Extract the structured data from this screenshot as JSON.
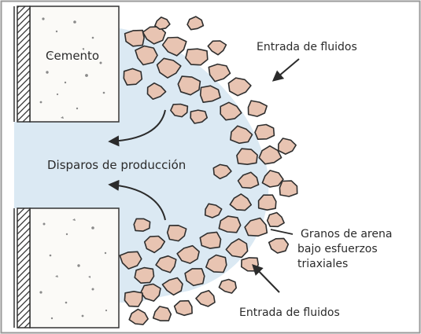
{
  "labels": {
    "cement": "Cemento",
    "fluid_inlet_top": "Entrada de fluidos",
    "production_perforations": "Disparos de producción",
    "sand_grains_line1": "Granos de arena",
    "sand_grains_line2": "bajo esfuerzos",
    "sand_grains_line3": "triaxiales",
    "fluid_inlet_bottom": "Entrada de fluidos"
  },
  "colors": {
    "fluid": "#dbe9f3",
    "cement": "#fbfaf7",
    "grain_fill": "#e8c4b2",
    "grain_stroke": "#2e2e2e",
    "casing_stroke": "#333333"
  }
}
